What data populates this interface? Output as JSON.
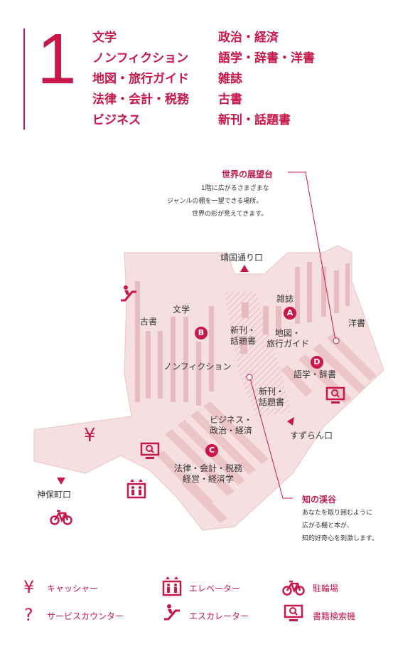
{
  "floor": {
    "number": "1"
  },
  "categories_left": [
    "文学",
    "ノンフィクション",
    "地図・旅行ガイド",
    "法律・会計・税務",
    "ビジネス"
  ],
  "categories_right": [
    "政治・経済",
    "語学・辞書・洋書",
    "雑誌",
    "古書",
    "新刊・話題書"
  ],
  "notes": {
    "observatory": {
      "title": "世界の展望台",
      "lines": [
        "1階に広がるさまざまな",
        "ジャンルの棚を一望できる場所。",
        "世界の形が見えてきます。"
      ]
    },
    "valley": {
      "title": "知の渓谷",
      "lines": [
        "あなたを取り囲むように",
        "広がる棚と本が、",
        "知的好奇心を刺激します。"
      ]
    }
  },
  "map_labels": {
    "yasukuni_entrance": "靖国通り口",
    "suzuran_entrance": "すずらん口",
    "jimbocho_entrance": "神保町口",
    "old_books": "古書",
    "literature": "文学",
    "magazines": "雑誌",
    "new_releases_1": "新刊・\n話題書",
    "maps_travel": "地図・\n旅行ガイド",
    "western_books": "洋書",
    "nonfiction": "ノンフィクション",
    "language_dict": "語学・辞書",
    "new_releases_2": "新刊・\n話題書",
    "business_politics": "ビジネス・\n政治・経済",
    "law_accounting": "法律・会計・税務\n経営・経済学",
    "cashier_symbol": "¥"
  },
  "zones": {
    "a": "A",
    "b": "B",
    "c": "C",
    "d": "D"
  },
  "legend": {
    "cashier": {
      "icon": "yen-icon",
      "label": "キャッシャー",
      "symbol": "¥"
    },
    "service": {
      "icon": "question-icon",
      "label": "サービスカウンター",
      "symbol": "?"
    },
    "elevator": {
      "icon": "elevator-icon",
      "label": "エレベーター"
    },
    "escalator": {
      "icon": "escalator-icon",
      "label": "エスカレーター"
    },
    "bicycle": {
      "icon": "bicycle-icon",
      "label": "駐輪場"
    },
    "search": {
      "icon": "search-terminal-icon",
      "label": "書籍検索機"
    }
  },
  "colors": {
    "accent": "#c8174b",
    "floor_fill": "#f6dfe0",
    "shelf": "#ecc5c7"
  }
}
